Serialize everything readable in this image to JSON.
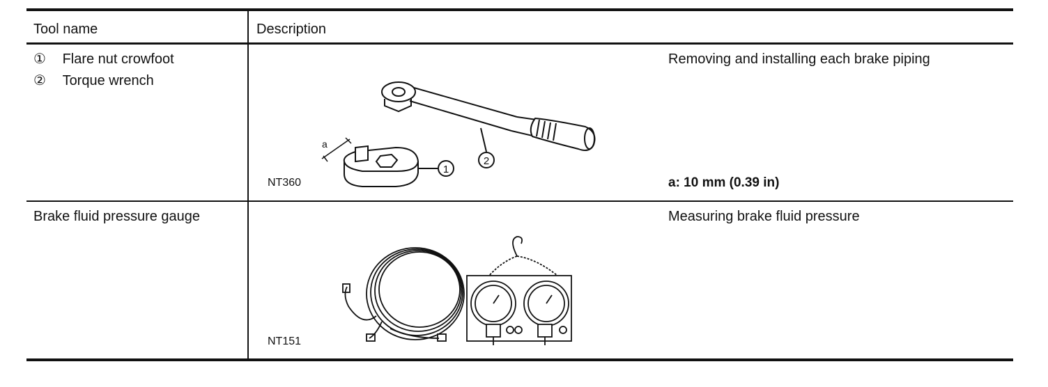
{
  "table": {
    "headers": {
      "tool": "Tool name",
      "description": "Description"
    },
    "rows": [
      {
        "tool_items": [
          {
            "marker": "①",
            "name": "Flare nut crowfoot"
          },
          {
            "marker": "②",
            "name": "Torque wrench"
          }
        ],
        "figure_code": "NT360",
        "figure_callouts": {
          "dimension": "a",
          "item1": "1",
          "item2": "2"
        },
        "description": "Removing and installing each brake piping",
        "note": "a: 10 mm (0.39 in)"
      },
      {
        "tool_name": "Brake fluid pressure gauge",
        "figure_code": "NT151",
        "description": "Measuring brake fluid pressure"
      }
    ]
  }
}
